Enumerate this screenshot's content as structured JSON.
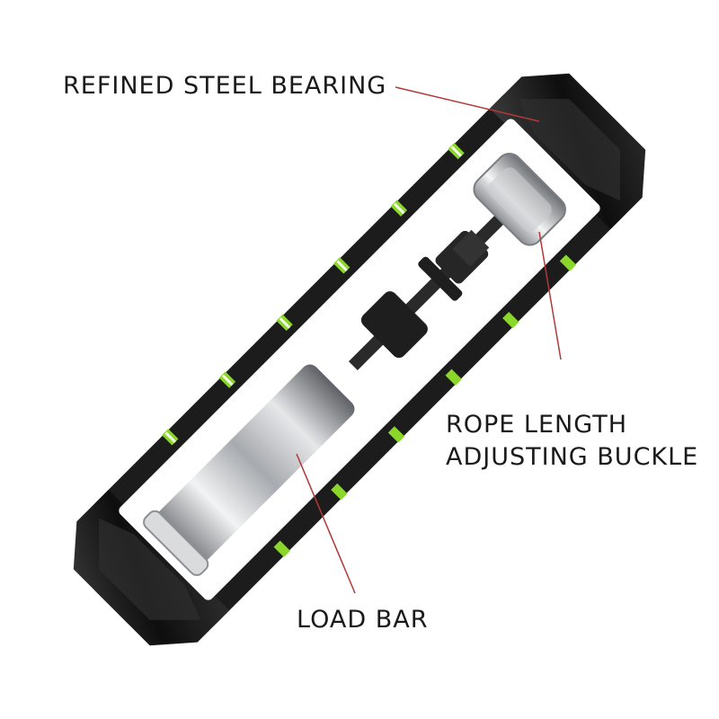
{
  "colors": {
    "handle_black": "#1c1c1c",
    "accent_green": "#8ad62a",
    "leader_line": "#b03a3a",
    "metal": "#c7c9cc",
    "text": "#1a1a1a"
  },
  "labels": {
    "bearing": "REFINED STEEL BEARING",
    "rope_line1": "ROPE LENGTH",
    "rope_line2": "ADJUSTING BUCKLE",
    "load_bar": "LOAD BAR"
  },
  "icons": [
    "jump-rope-handle-cutaway",
    "steel-bearing",
    "adjusting-buckle",
    "load-bar"
  ]
}
